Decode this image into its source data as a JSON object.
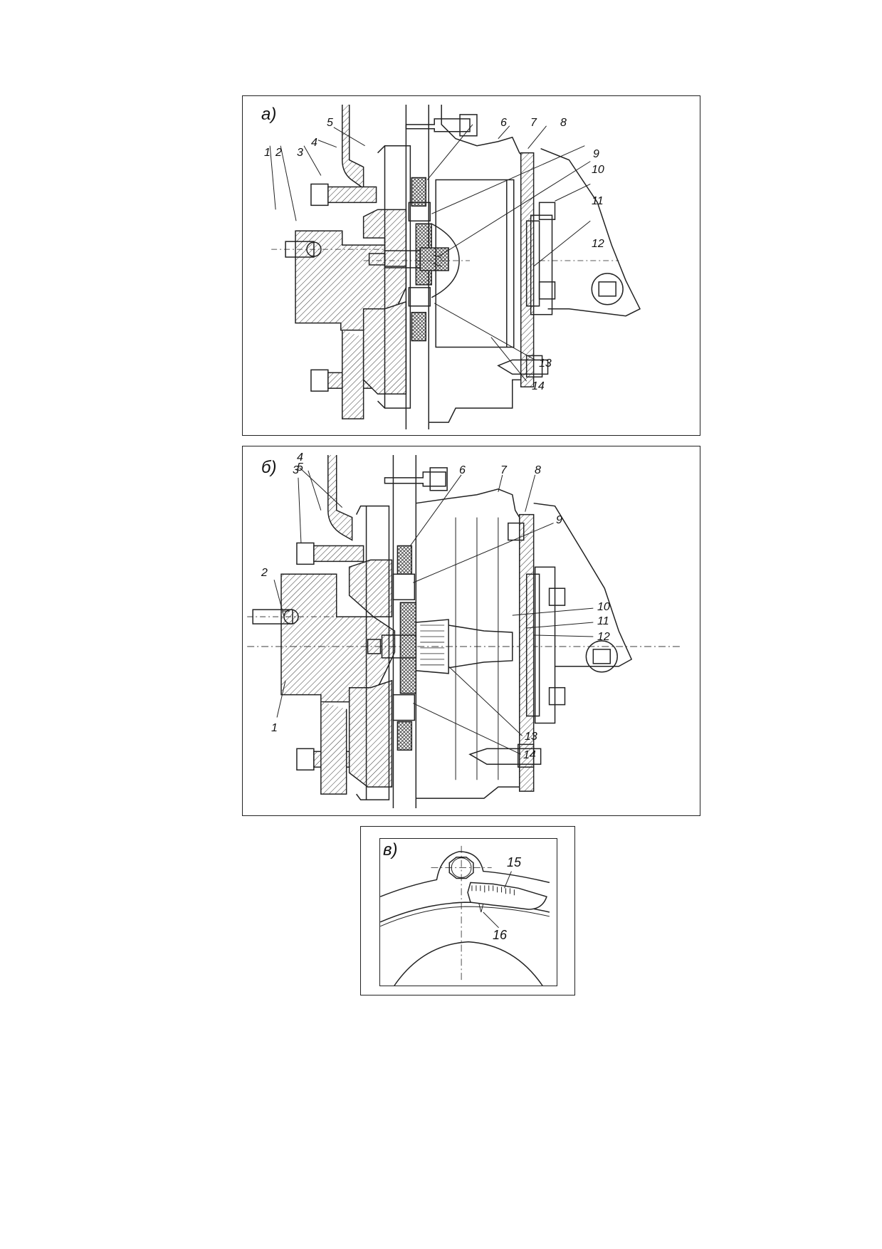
{
  "panels": [
    {
      "id": "a",
      "label": "а)",
      "callouts": [
        "1",
        "2",
        "3",
        "4",
        "5",
        "6",
        "7",
        "8",
        "9",
        "10",
        "11",
        "12",
        "13",
        "14"
      ]
    },
    {
      "id": "b",
      "label": "б)",
      "callouts": [
        "1",
        "2",
        "3",
        "4",
        "5",
        "6",
        "7",
        "8",
        "9",
        "10",
        "11",
        "12",
        "13",
        "14"
      ]
    },
    {
      "id": "c",
      "label": "в)",
      "callouts": [
        "15",
        "16"
      ]
    }
  ],
  "colors": {
    "ink": "#222222",
    "background": "#ffffff"
  }
}
